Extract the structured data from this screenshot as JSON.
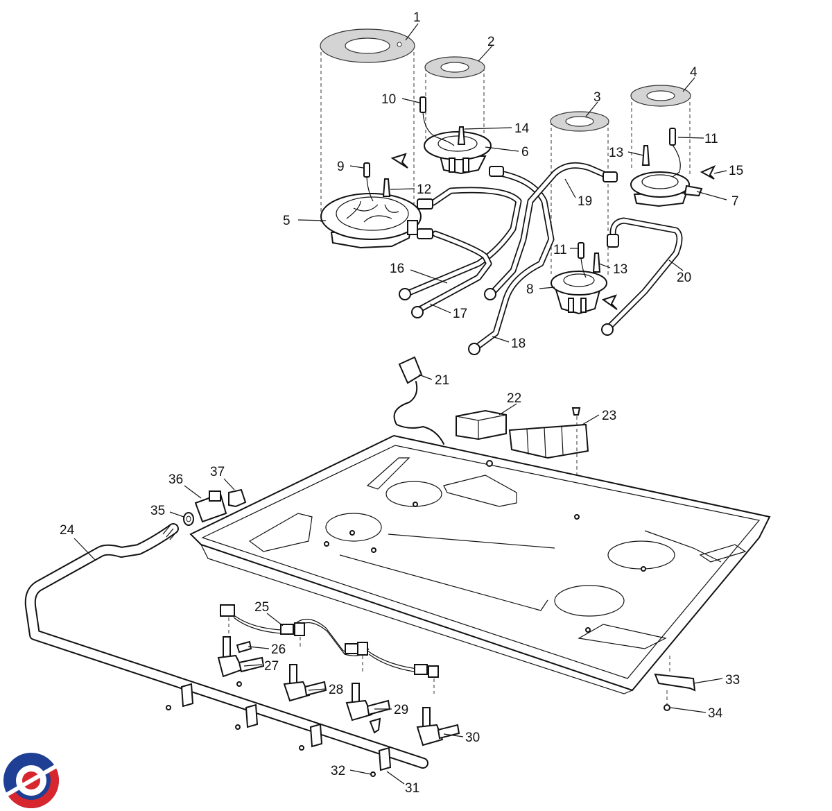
{
  "labels": {
    "p1": "1",
    "p2": "2",
    "p3": "3",
    "p4": "4",
    "p5": "5",
    "p6": "6",
    "p7": "7",
    "p8": "8",
    "p9": "9",
    "p10": "10",
    "p11a": "11",
    "p11b": "11",
    "p12": "12",
    "p13a": "13",
    "p13b": "13",
    "p14": "14",
    "p15": "15",
    "p16": "16",
    "p17": "17",
    "p18": "18",
    "p19": "19",
    "p20": "20",
    "p21": "21",
    "p22": "22",
    "p23": "23",
    "p24": "24",
    "p25": "25",
    "p26": "26",
    "p27": "27",
    "p28": "28",
    "p29": "29",
    "p30": "30",
    "p31": "31",
    "p32": "32",
    "p33": "33",
    "p34": "34",
    "p35": "35",
    "p36": "36",
    "p37": "37"
  },
  "colors": {
    "logo_blue": "#1f3f95",
    "logo_red": "#d8262e",
    "line": "#111111",
    "gasket": "#d4d4d4"
  }
}
